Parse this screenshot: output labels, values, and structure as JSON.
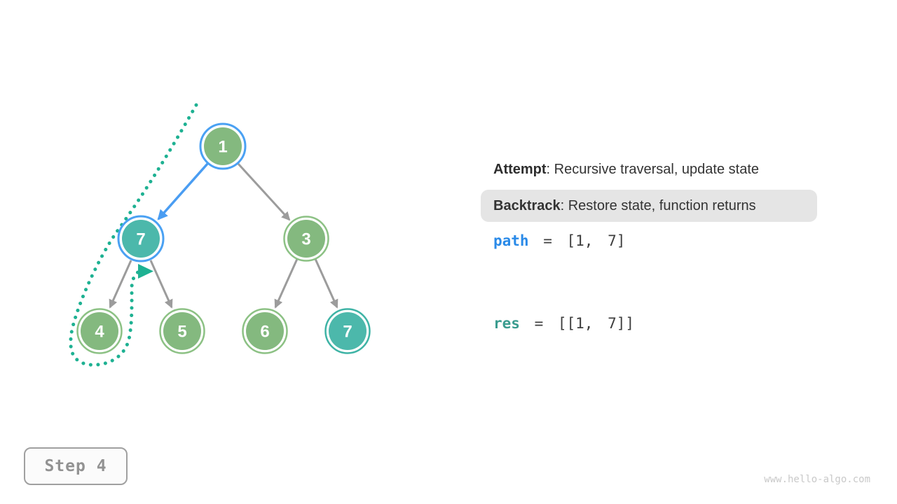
{
  "figure": {
    "title_context": "Backtracking traversal visualization on a binary tree"
  },
  "tree": {
    "nodes": [
      {
        "value": "1",
        "fill": "green",
        "ring": "blue-highlight",
        "role": "root, on current path"
      },
      {
        "value": "7",
        "fill": "teal",
        "ring": "blue-highlight",
        "role": "left child of 1, current node, value matches target"
      },
      {
        "value": "3",
        "fill": "green",
        "ring": "green",
        "role": "right child of 1"
      },
      {
        "value": "4",
        "fill": "green",
        "ring": "green",
        "role": "left child of 7"
      },
      {
        "value": "5",
        "fill": "green",
        "ring": "green",
        "role": "right child of 7"
      },
      {
        "value": "6",
        "fill": "green",
        "ring": "green",
        "role": "left child of 3"
      },
      {
        "value": "7",
        "fill": "teal",
        "ring": "teal",
        "role": "right child of 3, value matches target"
      }
    ],
    "edges": [
      {
        "from": "1",
        "to": "7",
        "style": "blue-arrow"
      },
      {
        "from": "1",
        "to": "3",
        "style": "gray-arrow"
      },
      {
        "from": "7",
        "to": "4",
        "style": "gray-arrow"
      },
      {
        "from": "7",
        "to": "5",
        "style": "gray-arrow"
      },
      {
        "from": "3",
        "to": "6",
        "style": "gray-arrow"
      },
      {
        "from": "3",
        "to": "7",
        "style": "gray-arrow"
      }
    ],
    "traversal_trace": {
      "style": "teal-dotted-curve with right-pointing arrowhead",
      "description": "dotted path descends left of node 1 and node 7, loops under node 4 and returns up ending beside node 7"
    }
  },
  "legend": {
    "attempt_label": "Attempt",
    "attempt_text": ": Recursive traversal, update state",
    "backtrack_label": "Backtrack",
    "backtrack_text": ": Restore state, function returns",
    "highlighted_entry": "Backtrack"
  },
  "state": {
    "path_var": "path",
    "path_rest": " = [1, 7]",
    "res_var": "res",
    "res_rest": " = [[1, 7]]"
  },
  "footer": {
    "step_label": "Step 4",
    "watermark": "www.hello-algo.com"
  },
  "colors": {
    "node_green_fill": "#84b97f",
    "node_green_ring": "#8cc184",
    "node_teal_fill": "#4cb8ab",
    "node_teal_ring": "#3eb3a5",
    "highlight_blue_ring": "#4aa1f3",
    "blue_edge": "#4a9df2",
    "gray_edge": "#9c9c9c",
    "dotted_trace": "#1eb192",
    "path_keyword": "#2a8ae8",
    "res_keyword": "#3a9c8f",
    "backtrack_highlight_bg": "#e5e5e5",
    "text_dark": "#333333"
  }
}
